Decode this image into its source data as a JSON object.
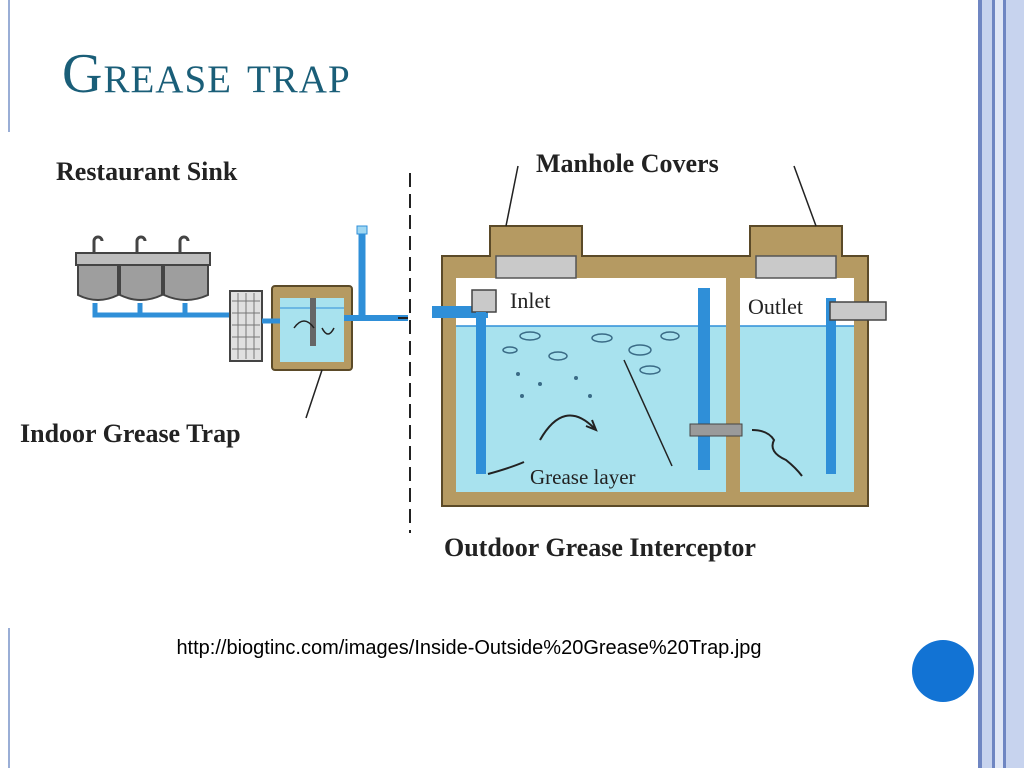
{
  "slide": {
    "title": "Grease trap",
    "source_url": "http://biogtinc.com/images/Inside-Outside%20Grease%20Trap.jpg"
  },
  "diagram": {
    "labels": {
      "restaurant_sink": "Restaurant Sink",
      "indoor_grease_trap": "Indoor Grease Trap",
      "manhole_covers": "Manhole Covers",
      "inlet": "Inlet",
      "outlet": "Outlet",
      "grease_layer": "Grease layer",
      "outdoor_interceptor": "Outdoor Grease Interceptor"
    },
    "colors": {
      "water": "#a8e2ee",
      "pipe": "#2f8fd8",
      "tank_wall": "#b59a62",
      "cover": "#c9c9c9",
      "title": "#1a5e78",
      "accent_dot": "#1273d4"
    }
  }
}
